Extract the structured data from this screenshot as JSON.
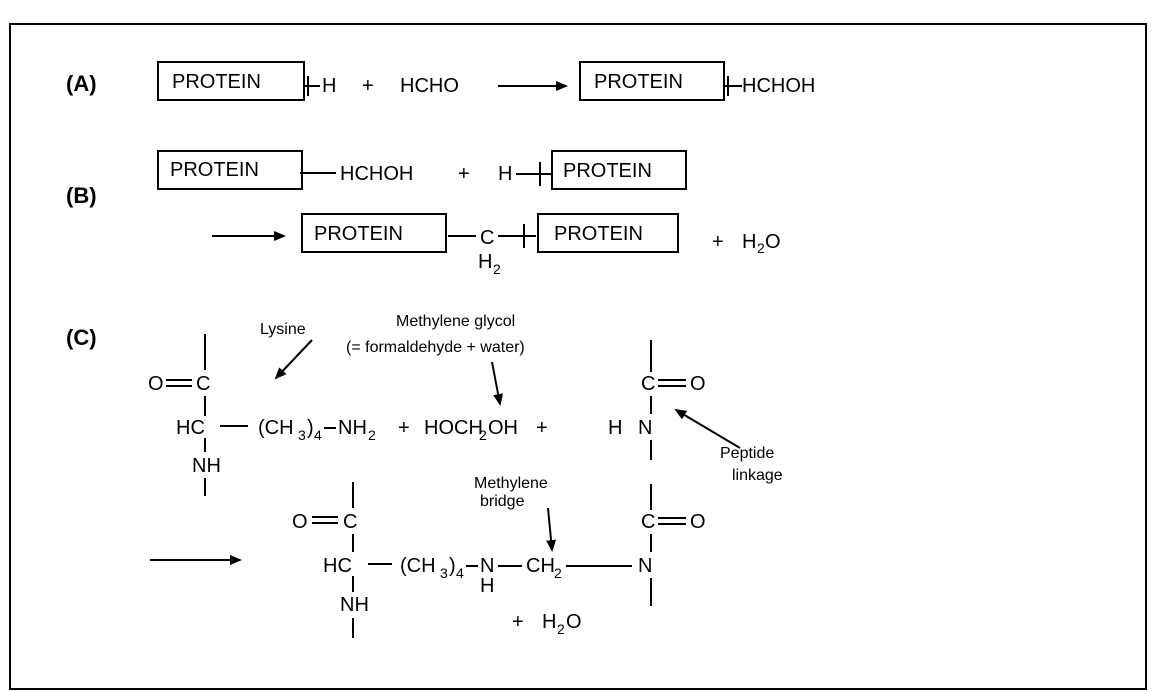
{
  "panels": {
    "a": "(A)",
    "b": "(B)",
    "c": "(C)"
  },
  "words": {
    "protein": "PROTEIN",
    "h": "H",
    "plus": "+",
    "hcho": "HCHO",
    "hchoh": "HCHOH",
    "c": "C",
    "n": "N",
    "nh": "NH",
    "hc": "HC",
    "o": "O",
    "eq": "=",
    "h2_digit": "2",
    "h2o": "H",
    "ch3": "(CH",
    "ch3_sub": "3",
    "ch3_close": ")",
    "ch3_sub4": "4",
    "nh2": "NH",
    "nh2_sub": "2",
    "hoch2oh_a": "HOCH",
    "hoch2oh_sub": "2",
    "hoch2oh_b": "OH",
    "hn_h": "H",
    "ch2": "CH",
    "ch2_sub": "2",
    "dash": "—",
    "o_final": "O"
  },
  "annotations": {
    "lysine": "Lysine",
    "methylene_glycol": "Methylene glycol",
    "methylene_glycol_note": "(= formaldehyde + water)",
    "peptide": "Peptide",
    "linkage": "linkage",
    "methylene": "Methylene",
    "bridge": "bridge"
  }
}
